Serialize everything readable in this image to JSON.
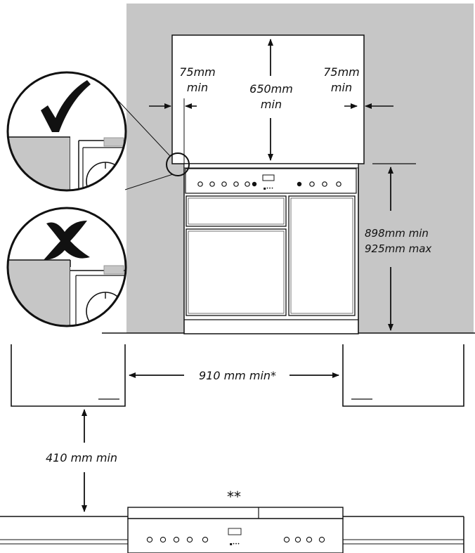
{
  "labels": {
    "side_gap_left": [
      "75mm",
      "min"
    ],
    "top_clearance": [
      "650mm",
      "min"
    ],
    "side_gap_right": [
      "75mm",
      "min"
    ],
    "height_range": [
      "898mm min",
      "925mm max"
    ],
    "width_between": "910 mm min*",
    "depth_clearance": "410 mm min",
    "note_marker": "**"
  },
  "colors": {
    "wall": "#c6c6c6",
    "line": "#111111",
    "paper": "#ffffff"
  },
  "icons": {
    "correct": "check-mark-icon",
    "incorrect": "cross-mark-icon"
  }
}
